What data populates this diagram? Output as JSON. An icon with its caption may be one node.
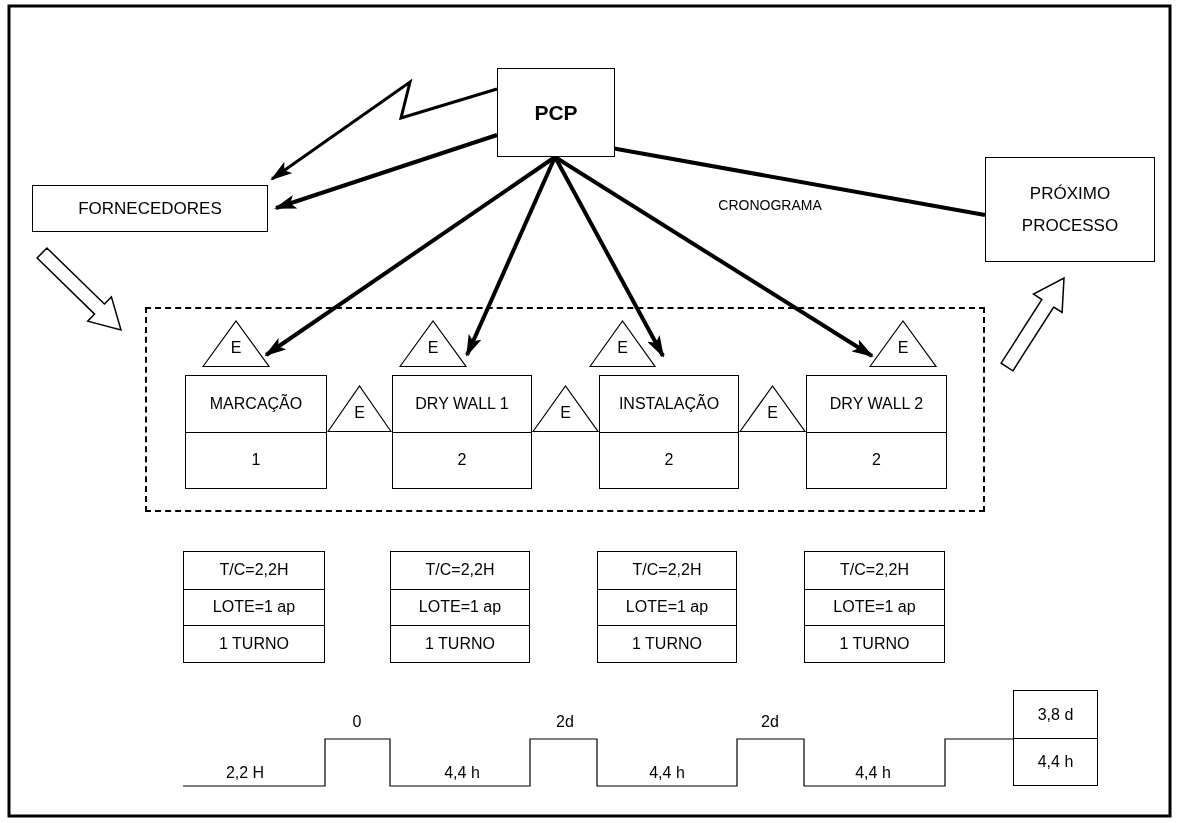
{
  "diagram": {
    "nodes": [
      {
        "text": [
          "PCP"
        ]
      },
      {
        "text": [
          "FORNECEDORES"
        ]
      },
      {
        "text": [
          "PRÓXIMO PROCESSO"
        ]
      },
      {
        "text": [],
        "shape": "box"
      },
      {
        "text": [
          "E"
        ],
        "in": 3
      },
      {
        "text": [
          "E"
        ],
        "in": 3
      },
      {
        "text": [
          "E"
        ],
        "in": 3
      },
      {
        "text": [
          "E"
        ],
        "in": 3
      },
      {
        "text": [
          "MARCAÇÃO",
          "1"
        ],
        "in": 3
      },
      {
        "text": [
          "E"
        ],
        "in": 3
      },
      {
        "text": [
          "DRY WALL 1",
          "2"
        ],
        "in": 3
      },
      {
        "text": [
          "E"
        ],
        "in": 3
      },
      {
        "text": [
          "INSTALAÇÃO",
          "2"
        ],
        "in": 3
      },
      {
        "text": [
          "E"
        ],
        "in": 3
      },
      {
        "text": [
          "DRY WALL 2",
          "2"
        ],
        "in": 3
      },
      {
        "text": [
          "T/C=2,2H",
          "LOTE=1 ap",
          "1 TURNO"
        ]
      },
      {
        "text": [
          "T/C=2,2H",
          "LOTE=1 ap",
          "1 TURNO"
        ]
      },
      {
        "text": [
          "T/C=2,2H",
          "LOTE=1 ap",
          "1 TURNO"
        ]
      },
      {
        "text": [
          "T/C=2,2H",
          "LOTE=1 ap",
          "1 TURNO"
        ]
      },
      {
        "text": [
          "3,8 d",
          "4,4 h"
        ]
      }
    ],
    "edges": [
      {
        "from": 0,
        "to": 1,
        "arrow": "to"
      },
      {
        "from": 0,
        "to": 1,
        "arrow": "to"
      },
      {
        "from": 0,
        "to": 4,
        "arrow": "to"
      },
      {
        "from": 0,
        "to": 5,
        "arrow": "to"
      },
      {
        "from": 0,
        "to": 6,
        "arrow": "to"
      },
      {
        "from": 0,
        "to": 7,
        "arrow": "to"
      },
      {
        "from": 2,
        "to": 0,
        "arrow": "to",
        "label": "CRONOGRAMA"
      },
      {
        "from": 1,
        "to": 3,
        "arrow": "to"
      },
      {
        "from": 3,
        "to": 2,
        "arrow": "to"
      }
    ],
    "labels": [
      "0",
      "2d",
      "2d",
      "2,2 H",
      "4,4 h",
      "4,4 h",
      "4,4 h"
    ]
  }
}
